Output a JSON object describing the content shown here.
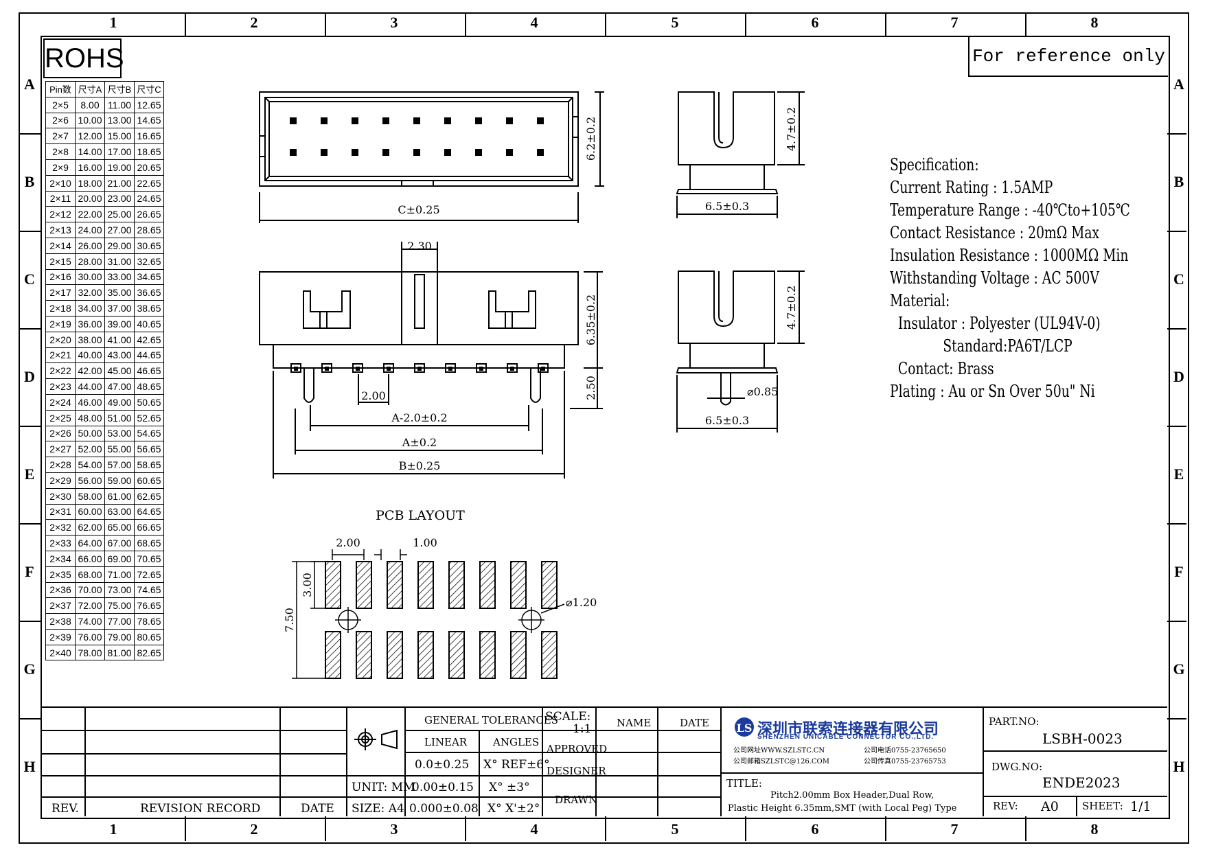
{
  "frame": {
    "zones_columns": [
      "1",
      "2",
      "3",
      "4",
      "5",
      "6",
      "7",
      "8"
    ],
    "zones_rows": [
      "A",
      "B",
      "C",
      "D",
      "E",
      "F",
      "G",
      "H"
    ]
  },
  "header": {
    "rohs": "ROHS",
    "reference_note": "For reference only"
  },
  "dimension_table": {
    "headers": [
      "Pin数",
      "尺寸A",
      "尺寸B",
      "尺寸C"
    ],
    "rows": [
      [
        "2×5",
        "8.00",
        "11.00",
        "12.65"
      ],
      [
        "2×6",
        "10.00",
        "13.00",
        "14.65"
      ],
      [
        "2×7",
        "12.00",
        "15.00",
        "16.65"
      ],
      [
        "2×8",
        "14.00",
        "17.00",
        "18.65"
      ],
      [
        "2×9",
        "16.00",
        "19.00",
        "20.65"
      ],
      [
        "2×10",
        "18.00",
        "21.00",
        "22.65"
      ],
      [
        "2×11",
        "20.00",
        "23.00",
        "24.65"
      ],
      [
        "2×12",
        "22.00",
        "25.00",
        "26.65"
      ],
      [
        "2×13",
        "24.00",
        "27.00",
        "28.65"
      ],
      [
        "2×14",
        "26.00",
        "29.00",
        "30.65"
      ],
      [
        "2×15",
        "28.00",
        "31.00",
        "32.65"
      ],
      [
        "2×16",
        "30.00",
        "33.00",
        "34.65"
      ],
      [
        "2×17",
        "32.00",
        "35.00",
        "36.65"
      ],
      [
        "2×18",
        "34.00",
        "37.00",
        "38.65"
      ],
      [
        "2×19",
        "36.00",
        "39.00",
        "40.65"
      ],
      [
        "2×20",
        "38.00",
        "41.00",
        "42.65"
      ],
      [
        "2×21",
        "40.00",
        "43.00",
        "44.65"
      ],
      [
        "2×22",
        "42.00",
        "45.00",
        "46.65"
      ],
      [
        "2×23",
        "44.00",
        "47.00",
        "48.65"
      ],
      [
        "2×24",
        "46.00",
        "49.00",
        "50.65"
      ],
      [
        "2×25",
        "48.00",
        "51.00",
        "52.65"
      ],
      [
        "2×26",
        "50.00",
        "53.00",
        "54.65"
      ],
      [
        "2×27",
        "52.00",
        "55.00",
        "56.65"
      ],
      [
        "2×28",
        "54.00",
        "57.00",
        "58.65"
      ],
      [
        "2×29",
        "56.00",
        "59.00",
        "60.65"
      ],
      [
        "2×30",
        "58.00",
        "61.00",
        "62.65"
      ],
      [
        "2×31",
        "60.00",
        "63.00",
        "64.65"
      ],
      [
        "2×32",
        "62.00",
        "65.00",
        "66.65"
      ],
      [
        "2×33",
        "64.00",
        "67.00",
        "68.65"
      ],
      [
        "2×34",
        "66.00",
        "69.00",
        "70.65"
      ],
      [
        "2×35",
        "68.00",
        "71.00",
        "72.65"
      ],
      [
        "2×36",
        "70.00",
        "73.00",
        "74.65"
      ],
      [
        "2×37",
        "72.00",
        "75.00",
        "76.65"
      ],
      [
        "2×38",
        "74.00",
        "77.00",
        "78.65"
      ],
      [
        "2×39",
        "76.00",
        "79.00",
        "80.65"
      ],
      [
        "2×40",
        "78.00",
        "81.00",
        "82.65"
      ]
    ]
  },
  "drawing_labels": {
    "top_c": "C±0.25",
    "top_h": "6.2±0.2",
    "side_top_h": "4.7±0.2",
    "side_top_w": "6.5±0.3",
    "front_gap": "2.30",
    "front_h": "6.35±0.2",
    "front_pin": "2.50",
    "front_pitch": "2.00",
    "front_a2": "A-2.0±0.2",
    "front_a": "A±0.2",
    "front_b": "B±0.25",
    "side_bot_h": "4.7±0.2",
    "side_bot_dia": "⌀0.85",
    "side_bot_w": "6.5±0.3",
    "pcb_title": "PCB LAYOUT",
    "pcb_pitch": "2.00",
    "pcb_padw": "1.00",
    "pcb_padh": "3.00",
    "pcb_total": "7.50",
    "pcb_hole": "⌀1.20"
  },
  "specification": [
    "Specification:",
    "Current Rating : 1.5AMP",
    "Temperature Range : -40℃to+105℃",
    "Contact Resistance : 20mΩ Max",
    "Insulation Resistance : 1000MΩ Min",
    "Withstanding Voltage : AC 500V",
    "Material:",
    "  Insulator : Polyester (UL94V-0)",
    "             Standard:PA6T/LCP",
    "  Contact: Brass",
    "Plating : Au or Sn Over 50u\" Ni"
  ],
  "title_block": {
    "rev_label": "REV.",
    "revision_record": "REVISION RECORD",
    "date_label": "DATE",
    "general_tolerances": "GENERAL TOLERANCES",
    "linear": "LINEAR",
    "angles": "ANGLES",
    "lin1": "0.0±0.25",
    "lin2": "0.00±0.15",
    "lin3": "0.000±0.08",
    "ang1": "X° REF±6°",
    "ang2": "X° ±3°",
    "ang3": "X° X'±2°",
    "unit": "UNIT: MM",
    "size": "SIZE: A4",
    "scale_label": "SCALE:",
    "scale_value": "1:1",
    "name": "NAME",
    "date": "DATE",
    "approved": "APPROVED",
    "designer": "DESIGNER",
    "drawn": "DRAWN",
    "company_cn": "深圳市联索连接器有限公司",
    "company_en": "SHENZHEN UNICABLE CONNECTOR CO.,LTD.",
    "web": "公司网址WWW.SZLSTC.CN",
    "email": "公司邮箱SZLSTC@126.COM",
    "phone": "公司电话0755-23765650",
    "fax": "公司传真0755-23765753",
    "title_label": "TITLE:",
    "title_line1": "Pitch2.00mm Box Header,Dual Row,",
    "title_line2": "Plastic Height 6.35mm,SMT (with Local Peg) Type",
    "part_no_label": "PART.NO:",
    "part_no": "LSBH-0023",
    "dwg_no_label": "DWG.NO:",
    "dwg_no": "ENDE2023",
    "rev_label2": "REV:",
    "rev_value": "A0",
    "sheet_label": "SHEET:",
    "sheet_value": "1/1",
    "accent_color": "#1a3a9c"
  }
}
